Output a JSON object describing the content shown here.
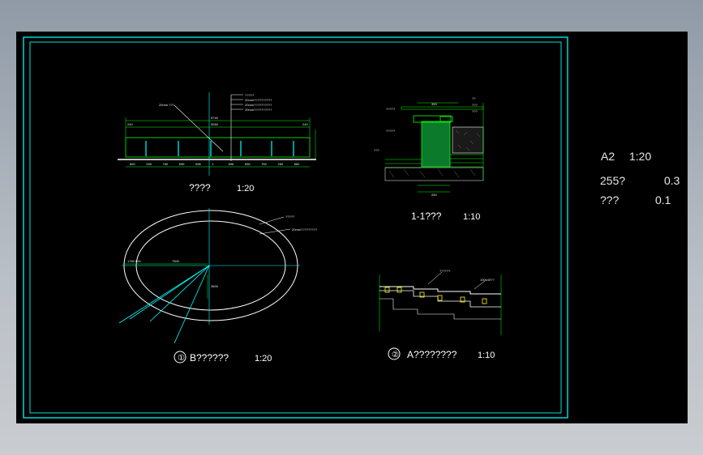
{
  "drawing": {
    "views": {
      "elevation": {
        "title": "????",
        "scale": "1:20"
      },
      "section": {
        "title": "1-1???",
        "scale": "1:10"
      },
      "plan": {
        "number": "①",
        "title": "B??????",
        "scale": "1:20"
      },
      "detail": {
        "number": "②",
        "title": "A????????",
        "scale": "1:10"
      }
    },
    "callouts": {
      "elev_note_1": "?????",
      "elev_note_2": "20mm??????????",
      "elev_note_3": "20mm??????????",
      "elev_note_4": "20mm??????????",
      "elev_left_note": "20mm ???",
      "sec_top_left": "?????",
      "sec_mid_left": "?????",
      "sec_low_left": "???",
      "sec_top_right_1": "??",
      "sec_top_right_2": "???",
      "sec_top_right_3": "???",
      "sec_dim_top": "390",
      "sec_dim_bottom": "260",
      "plan_note_1": "?????",
      "plan_note_2": "20mm?????????",
      "plan_dim_left": "1760 650",
      "plan_dim_mid": "7500",
      "plan_dim_vert": "3600",
      "detail_note_1": "??????",
      "detail_note_2": "100x40??"
    },
    "elevation_dims": {
      "top_total": "5740",
      "top_inner": "5260",
      "top_left": "240",
      "top_right": "240",
      "bottom": [
        "660",
        "280",
        "760",
        "696",
        "696",
        "1",
        "696",
        "696",
        "760",
        "280",
        "660"
      ]
    }
  },
  "title_block": {
    "sheet_scale_label": "A2",
    "sheet_scale": "1:20",
    "row1_label": "255?",
    "row1_value": "0.3",
    "row2_label": "???",
    "row2_value": "0.1"
  },
  "colors": {
    "background": "#000000",
    "frame": "#00e5e5",
    "line_green": "#00ff00",
    "line_cyan": "#00ffff",
    "text_white": "#ffffff"
  }
}
